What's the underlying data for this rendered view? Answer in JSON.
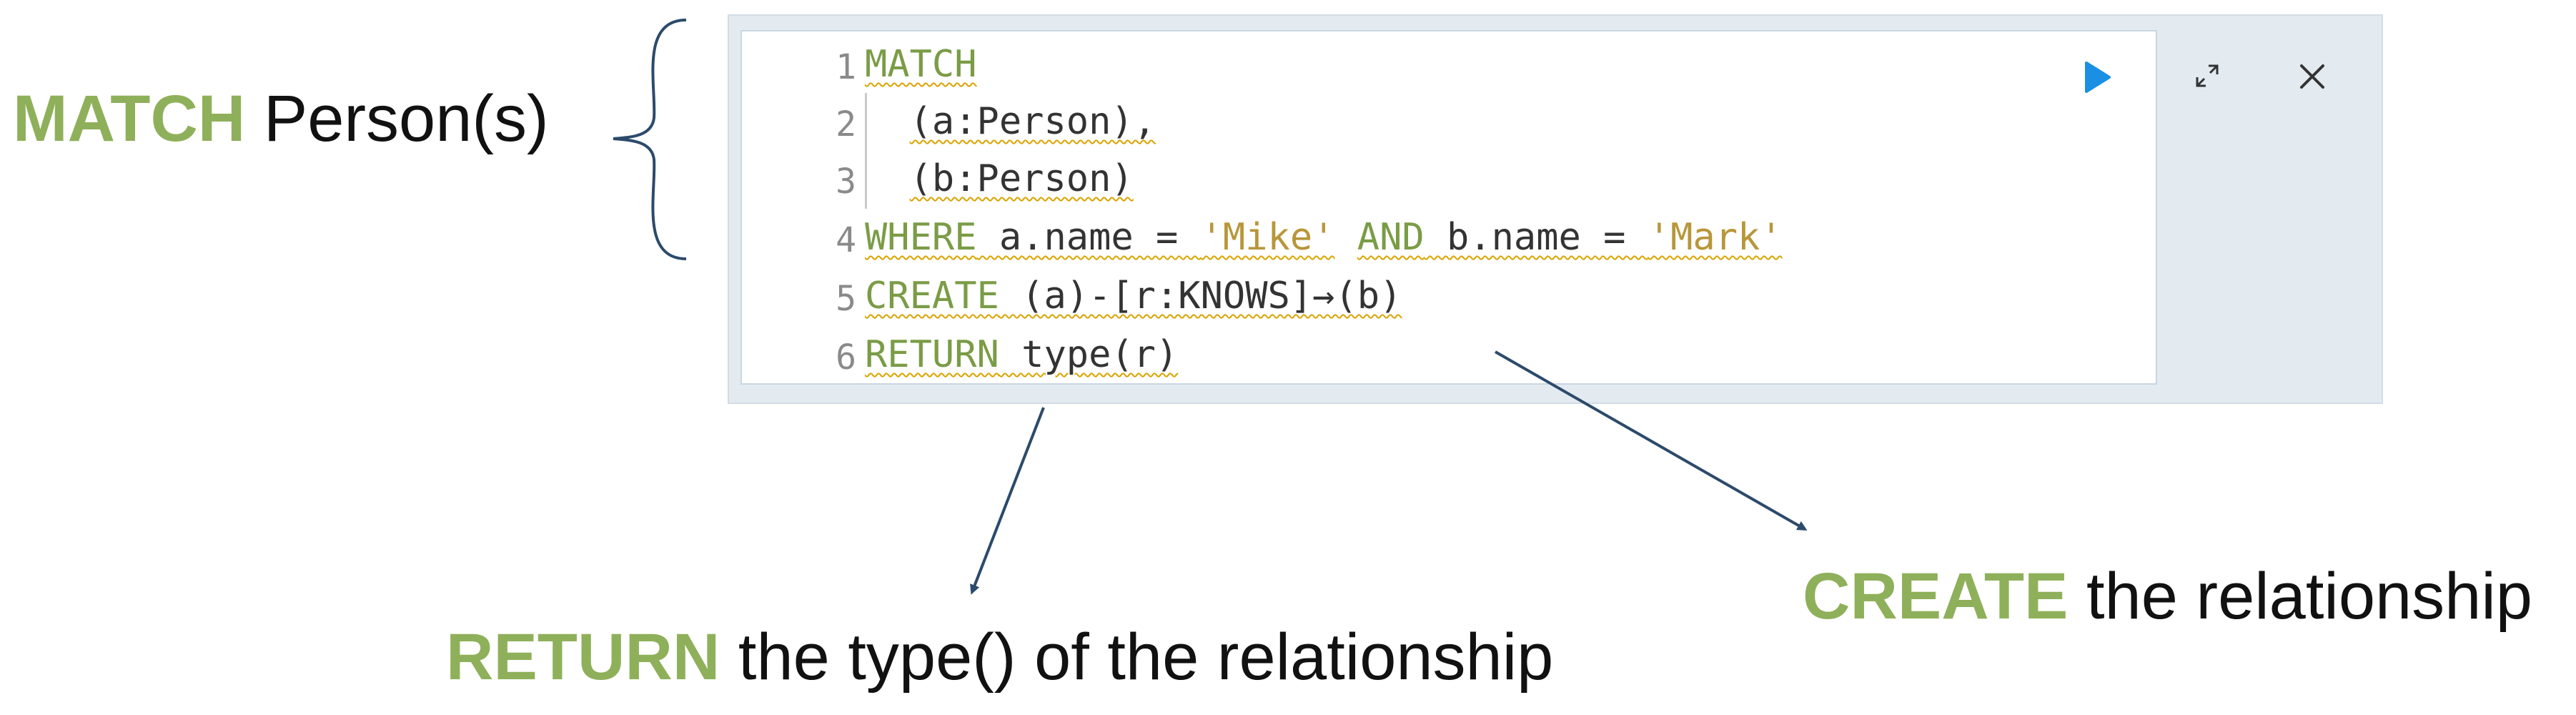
{
  "annotations": {
    "match": {
      "keyword": "MATCH",
      "text": " Person(s)"
    },
    "create": {
      "keyword": "CREATE",
      "text": " the relationship"
    },
    "return": {
      "keyword": "RETURN",
      "text": " the type() of the relationship"
    }
  },
  "editor": {
    "line_numbers": [
      "1",
      "2",
      "3",
      "4",
      "5",
      "6"
    ],
    "lines": [
      {
        "kw": "MATCH"
      },
      {
        "indent": "  ",
        "sq": "(a:Person),"
      },
      {
        "indent": "  ",
        "sq": "(b:Person)"
      },
      {
        "kw": "WHERE",
        "a": " a.name = ",
        "s1": "'Mike'",
        "mid_kw": "AND",
        "b": " b.name = ",
        "s2": "'Mark'"
      },
      {
        "kw": "CREATE",
        "sq": " (a)-[r:KNOWS]→(b)"
      },
      {
        "kw": "RETURN",
        "sq": " type(r)"
      }
    ]
  },
  "controls": {
    "run_icon": "play-icon",
    "expand_icon": "expand-icon",
    "close_icon": "close-icon"
  },
  "colors": {
    "keyword": "#7a9c46",
    "string": "#b8963a",
    "squiggle": "#d9a400",
    "annotation_keyword": "#8fb05a",
    "run_button": "#1a8fe3",
    "arrow": "#2c4a6b"
  }
}
